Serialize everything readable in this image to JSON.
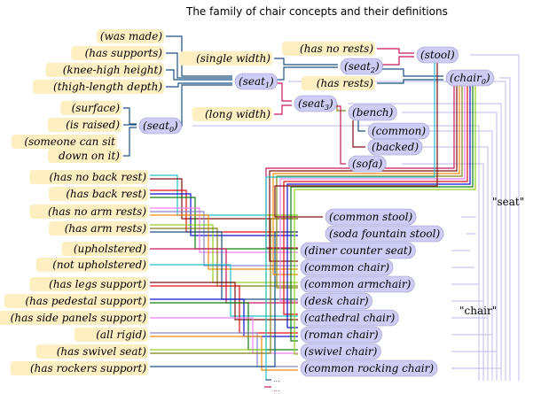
{
  "title": "The family of chair concepts and their definitions",
  "colors": {
    "definition_fill": "#fdefc2",
    "concept_fill": "#ccccf4",
    "link_light": "#c8c8f0",
    "navy": "#1c4f80",
    "magenta": "#c8185c",
    "olive": "#808018",
    "maroon": "#801010",
    "cyan": "#20c0c8",
    "red": "#e01010",
    "blue": "#1010d0",
    "green": "#108010",
    "pink": "#f080f0",
    "lavender": "#8888c8",
    "orange": "#f08c10",
    "lime": "#90d020",
    "purple": "#9080d0"
  },
  "definitions": [
    {
      "id": "was_made",
      "text": "(was made)"
    },
    {
      "id": "has_supports",
      "text": "(has supports)"
    },
    {
      "id": "knee_high",
      "text": "(knee-high height)"
    },
    {
      "id": "thigh_length",
      "text": "(thigh-length depth)"
    },
    {
      "id": "surface",
      "text": "(surface)"
    },
    {
      "id": "is_raised",
      "text": "(is raised)"
    },
    {
      "id": "sit_1",
      "text": "(someone can sit"
    },
    {
      "id": "sit_2",
      "text": "down on it)"
    },
    {
      "id": "single_width",
      "text": "(single width)"
    },
    {
      "id": "long_width",
      "text": "(long width)"
    },
    {
      "id": "has_no_rests",
      "text": "(has no rests)"
    },
    {
      "id": "has_rests",
      "text": "(has rests)"
    },
    {
      "id": "no_back",
      "text": "(has no back rest)"
    },
    {
      "id": "back",
      "text": "(has back rest)"
    },
    {
      "id": "no_arm",
      "text": "(has no arm rests)"
    },
    {
      "id": "arm",
      "text": "(has arm rests)"
    },
    {
      "id": "upholstered",
      "text": "(upholstered)"
    },
    {
      "id": "not_upholstered",
      "text": "(not upholstered)"
    },
    {
      "id": "legs",
      "text": "(has legs support)"
    },
    {
      "id": "pedestal",
      "text": "(has pedestal support)"
    },
    {
      "id": "side_panels",
      "text": "(has side panels support)"
    },
    {
      "id": "rigid",
      "text": "(all rigid)"
    },
    {
      "id": "swivel_seat",
      "text": "(has swivel seat)"
    },
    {
      "id": "rockers",
      "text": "(has rockers support)"
    }
  ],
  "concepts": [
    {
      "id": "seat0",
      "name": "seat",
      "sub": "0"
    },
    {
      "id": "seat1",
      "name": "seat",
      "sub": "1"
    },
    {
      "id": "seat2",
      "name": "seat",
      "sub": "2"
    },
    {
      "id": "seat3",
      "name": "seat",
      "sub": "3"
    },
    {
      "id": "stool",
      "name": "stool",
      "sub": ""
    },
    {
      "id": "chair0",
      "name": "chair",
      "sub": "0"
    },
    {
      "id": "bench",
      "name": "bench",
      "sub": ""
    },
    {
      "id": "common",
      "name": "common",
      "sub": ""
    },
    {
      "id": "backed",
      "name": "backed",
      "sub": ""
    },
    {
      "id": "sofa",
      "name": "sofa",
      "sub": ""
    },
    {
      "id": "common_stool",
      "name": "common stool",
      "sub": ""
    },
    {
      "id": "soda_stool",
      "name": "soda fountain stool",
      "sub": ""
    },
    {
      "id": "diner_seat",
      "name": "diner counter seat",
      "sub": ""
    },
    {
      "id": "common_chair",
      "name": "common chair",
      "sub": ""
    },
    {
      "id": "common_armchair",
      "name": "common armchair",
      "sub": ""
    },
    {
      "id": "desk_chair",
      "name": "desk chair",
      "sub": ""
    },
    {
      "id": "cathedral_chair",
      "name": "cathedral chair",
      "sub": ""
    },
    {
      "id": "roman_chair",
      "name": "roman chair",
      "sub": ""
    },
    {
      "id": "swivel_chair",
      "name": "swivel chair",
      "sub": ""
    },
    {
      "id": "rocking_chair",
      "name": "common rocking chair",
      "sub": ""
    }
  ],
  "words": [
    {
      "id": "seat_word",
      "text": "\"seat\""
    },
    {
      "id": "chair_word",
      "text": "\"chair\""
    }
  ],
  "ellipsis": [
    "...",
    "..."
  ]
}
